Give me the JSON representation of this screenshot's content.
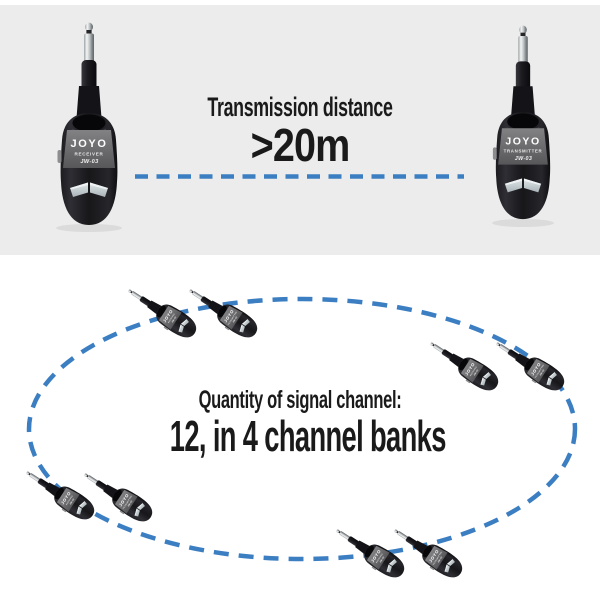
{
  "top_section": {
    "heading": "Transmission distance",
    "distance_value": ">20m"
  },
  "bottom_section": {
    "heading": "Quantity of signal channel:",
    "value_line": "12, in 4 channel banks"
  },
  "device_labels": {
    "brand": "JOYO",
    "receiver_type": "RECEIVER",
    "transmitter_type": "TRANSMITTER",
    "model": "JW-03"
  },
  "colors": {
    "accent_blue": "#3C7EC2",
    "top_background": "#ECECEC",
    "device_body": "#141417",
    "panel_gray": "#6E6E70",
    "text_black": "#1A1A1A"
  }
}
